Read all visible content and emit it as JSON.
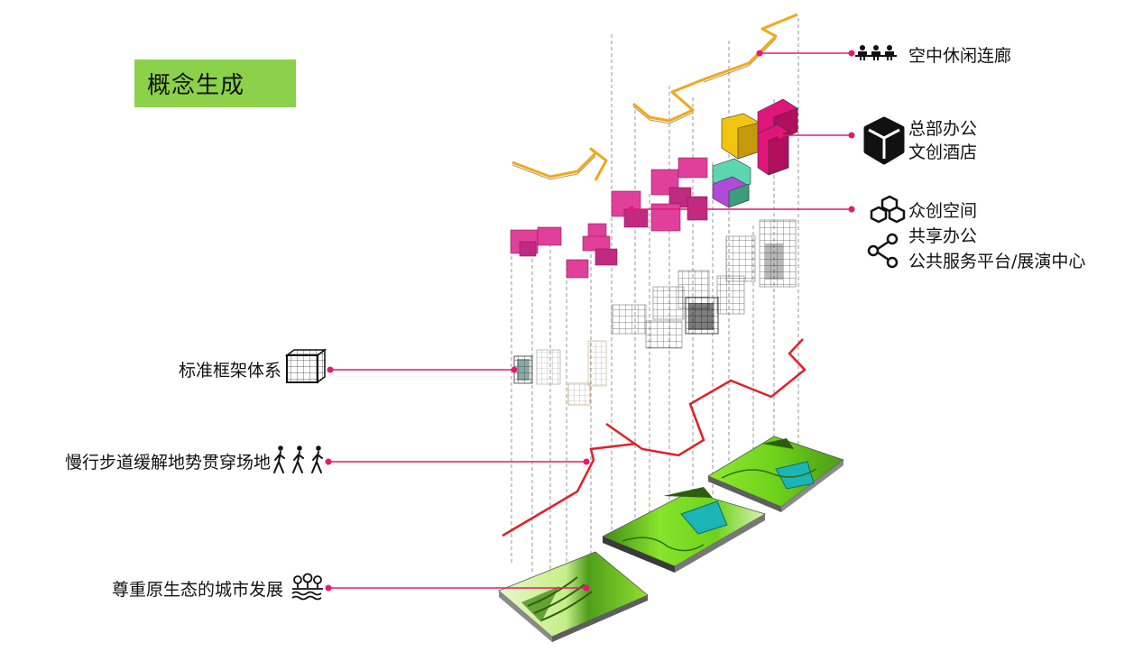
{
  "title": "概念生成",
  "labels": {
    "skywalk": "空中休闲连廊",
    "hq_line1": "总部办公",
    "hq_line2": "文创酒店",
    "maker_line1": "众创空间",
    "maker_line2": "共享办公",
    "maker_line3": "公共服务平台/展演中心",
    "frame": "标准框架体系",
    "trail": "慢行步道缓解地势贯穿场地",
    "eco": "尊重原生态的城市发展"
  },
  "icons": {
    "skywalk": "people-group-icon",
    "hq": "cube-icon",
    "maker": "stacked-boxes-icon",
    "share": "share-nodes-icon",
    "frame": "grid-frame-icon",
    "trail": "walking-people-icon",
    "eco": "trees-water-icon"
  },
  "colors": {
    "title_bg": "#8cd14a",
    "leader": "#e6196e",
    "skywalk": "#f0a81c",
    "trail": "#e0202a",
    "building_pink": "#e0409a",
    "hq_magenta": "#e0157a",
    "hq_yellow": "#f1c40f",
    "hq_teal": "#5cd6b0",
    "hq_purple": "#b04ad8",
    "terrain_green": "#7ee02a",
    "water": "#1cb5b5"
  }
}
